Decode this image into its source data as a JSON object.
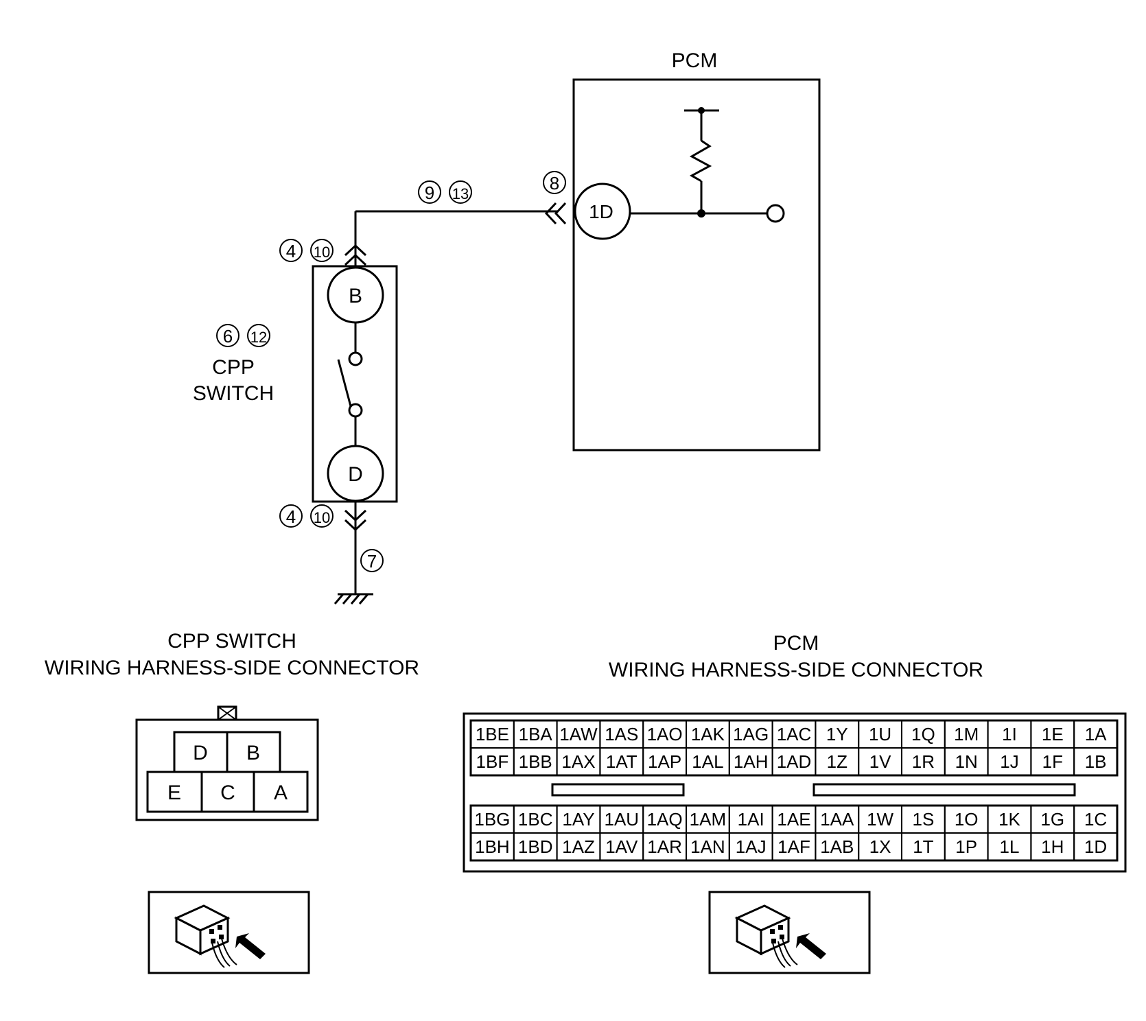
{
  "schematic": {
    "pcm_title": "PCM",
    "pcm_terminal": "1D",
    "cpp_terminal_top": "B",
    "cpp_terminal_bottom": "D",
    "cpp_name_line1": "CPP",
    "cpp_name_line2": "SWITCH",
    "callouts": {
      "wire_top": [
        "9",
        "13"
      ],
      "pcm_connector": [
        "8"
      ],
      "cpp_connector_top": [
        "4",
        "10"
      ],
      "cpp_component": [
        "6",
        "12"
      ],
      "cpp_connector_bottom": [
        "4",
        "10"
      ],
      "ground": [
        "7"
      ]
    }
  },
  "cpp_connector": {
    "title_line1": "CPP SWITCH",
    "title_line2": "WIRING HARNESS-SIDE CONNECTOR",
    "top_row": [
      "D",
      "B"
    ],
    "bottom_row": [
      "E",
      "C",
      "A"
    ]
  },
  "pcm_connector": {
    "title_line1": "PCM",
    "title_line2": "WIRING HARNESS-SIDE CONNECTOR",
    "upper_block": [
      [
        "1BE",
        "1BA",
        "1AW",
        "1AS",
        "1AO",
        "1AK",
        "1AG",
        "1AC",
        "1Y",
        "1U",
        "1Q",
        "1M",
        "1I",
        "1E",
        "1A"
      ],
      [
        "1BF",
        "1BB",
        "1AX",
        "1AT",
        "1AP",
        "1AL",
        "1AH",
        "1AD",
        "1Z",
        "1V",
        "1R",
        "1N",
        "1J",
        "1F",
        "1B"
      ]
    ],
    "lower_block": [
      [
        "1BG",
        "1BC",
        "1AY",
        "1AU",
        "1AQ",
        "1AM",
        "1AI",
        "1AE",
        "1AA",
        "1W",
        "1S",
        "1O",
        "1K",
        "1G",
        "1C"
      ],
      [
        "1BH",
        "1BD",
        "1AZ",
        "1AV",
        "1AR",
        "1AN",
        "1AJ",
        "1AF",
        "1AB",
        "1X",
        "1T",
        "1P",
        "1L",
        "1H",
        "1D"
      ]
    ]
  },
  "icons": [
    "connector-view-icon",
    "connector-view-icon"
  ]
}
